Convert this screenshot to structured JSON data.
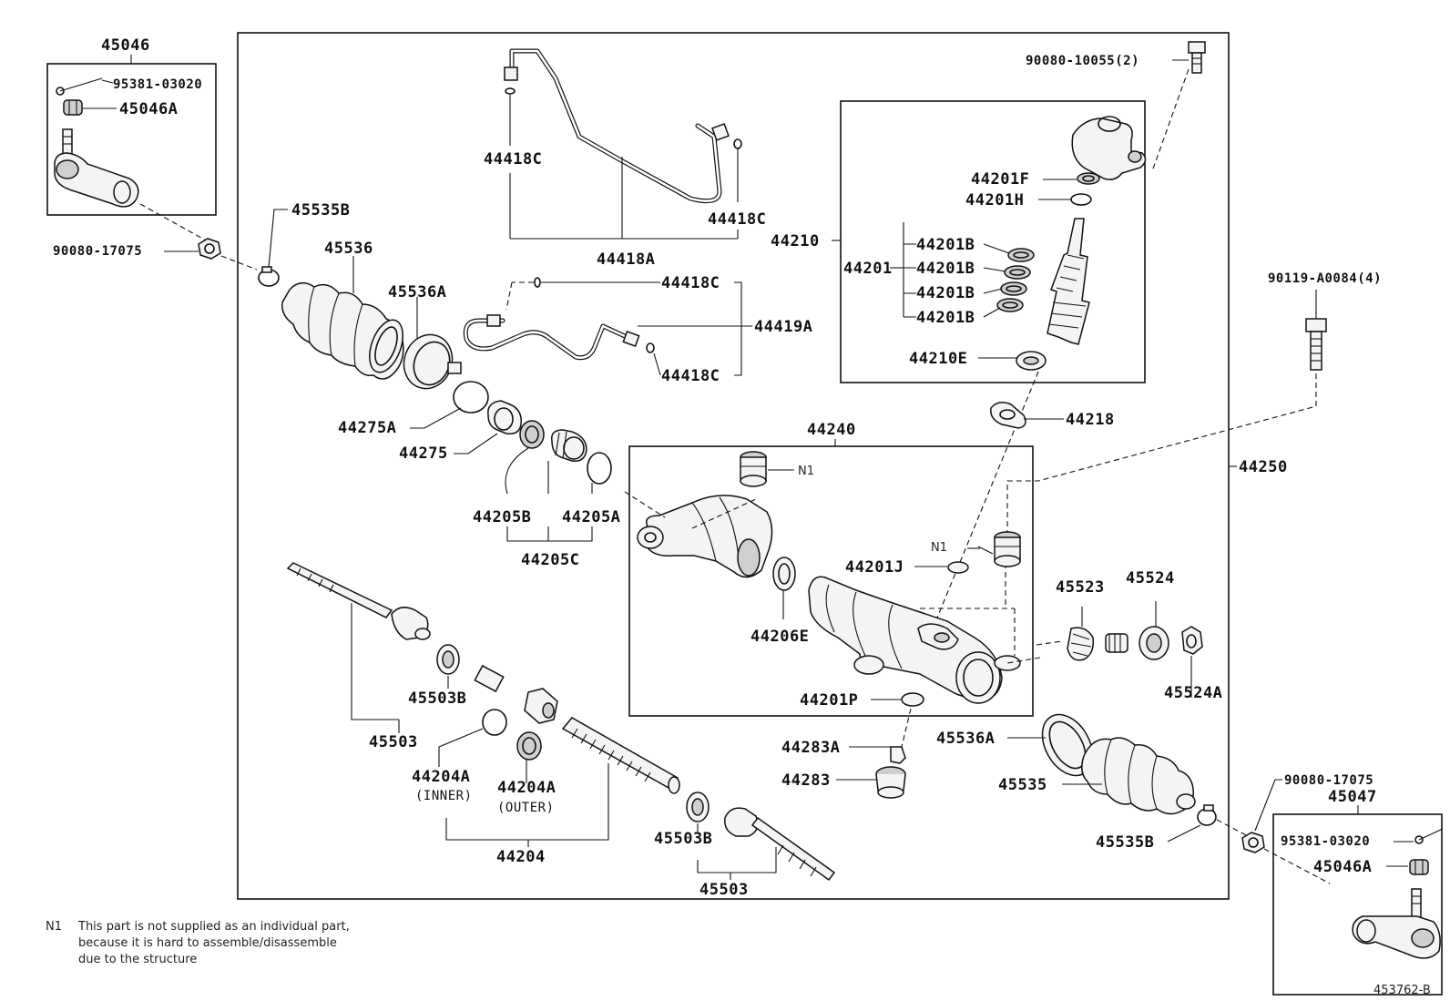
{
  "diagram": {
    "reference_code": "453762-B",
    "note": {
      "marker": "N1",
      "lines": [
        "This part is not supplied as an individual part,",
        "because it is hard to assemble/disassemble",
        "due to the structure"
      ]
    },
    "callouts": {
      "tie_rod_end_left": "45046",
      "cotter_pin_left": "95381-03020",
      "castle_nut_left": "45046A",
      "nut_left": "90080-17075",
      "boot_clip_left": "45535B",
      "boot_left": "45536",
      "boot_clamp_left": "45536A",
      "snap_ring": "44275A",
      "bushing": "44275",
      "oil_seal_b": "44205B",
      "oil_seal_a": "44205A",
      "seal_set_c": "44205C",
      "pipe_oring_top_left": "44418C",
      "pipe_oring_top_right": "44418C",
      "pressure_pipe": "44418A",
      "pipe_oring_mid_top": "44418C",
      "pipe_oring_mid_bottom": "44418C",
      "return_pipe": "44419A",
      "bolt_top": "90080-10055(2)",
      "valve_seal_f": "44201F",
      "valve_seal_h": "44201H",
      "control_valve_assy": "44210",
      "valve_kit": "44201",
      "valve_ring_b1": "44201B",
      "valve_ring_b2": "44201B",
      "valve_ring_b3": "44201B",
      "valve_ring_b4": "44201B",
      "valve_bearing": "44210E",
      "gasket": "44218",
      "mount_bolt": "90119-A0084(4)",
      "housing_assy": "44240",
      "n1_top": "N1",
      "n1_mid": "N1",
      "seal_j": "44201J",
      "gear_assy": "44250",
      "rack_seal": "44206E",
      "rack_guide_spring_cap": "45523",
      "rack_guide": "45524",
      "lock_nut": "45524A",
      "seal_p": "44201P",
      "dust_seal_a": "44283A",
      "dust_cover": "44283",
      "boot_clamp_right": "45536A",
      "boot_right": "45535",
      "boot_clip_right": "45535B",
      "nut_right": "90080-17075",
      "tie_rod_end_right": "45047",
      "cotter_pin_right": "95381-03020",
      "castle_nut_right": "45046A",
      "claw_washer_left": "45503B",
      "tie_rod_left": "45503",
      "oil_ring_inner": "44204A",
      "inner_label": "(INNER)",
      "oil_ring_outer": "44204A",
      "outer_label": "(OUTER)",
      "rack": "44204",
      "claw_washer_right": "45503B",
      "tie_rod_right": "45503"
    }
  }
}
